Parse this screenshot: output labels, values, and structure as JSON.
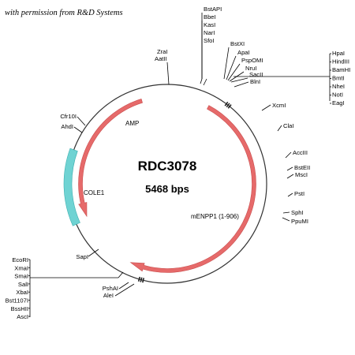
{
  "permission_note": "with permission from R&D Systems",
  "plasmid": {
    "name": "RDC3078",
    "size": "5468 bps"
  },
  "features": {
    "amp": "AMP",
    "cole1": "COLE1",
    "insert": "mENPP1 (1-906)"
  },
  "colors": {
    "backbone": "#333333",
    "arrow": "#e66a6a",
    "arrow_stroke": "#c94e4e",
    "cole1": "#6fd3d3",
    "cole1_stroke": "#3fb0b0"
  },
  "sites": {
    "top_group": [
      "BstAPI",
      "BbeI",
      "KasI",
      "NarI",
      "SfoI"
    ],
    "zrai_group": [
      "ZraI",
      "AatII"
    ],
    "bstxi_group": [
      "BstXI",
      "ApaI",
      "PspOMI",
      "NruI",
      "SacII",
      "BlnI"
    ],
    "mcs_group": [
      "HpaI",
      "HindIII",
      "BamHI",
      "BmtI",
      "NheI",
      "NotI",
      "EagI"
    ],
    "right_sites": [
      "XcmI",
      "ClaI",
      "AccIII",
      "BstEII",
      "MscI",
      "PstI",
      "SphI",
      "PpuMI"
    ],
    "left_sites": [
      "Cfr10I",
      "AhdI",
      "SapI"
    ],
    "bottom_group": [
      "PshAI",
      "AleI"
    ],
    "lower_left_group": [
      "EcoRI",
      "XmaI",
      "SmaI",
      "SalI",
      "XbaI",
      "Bst1107I",
      "BssHII",
      "AscI"
    ]
  }
}
